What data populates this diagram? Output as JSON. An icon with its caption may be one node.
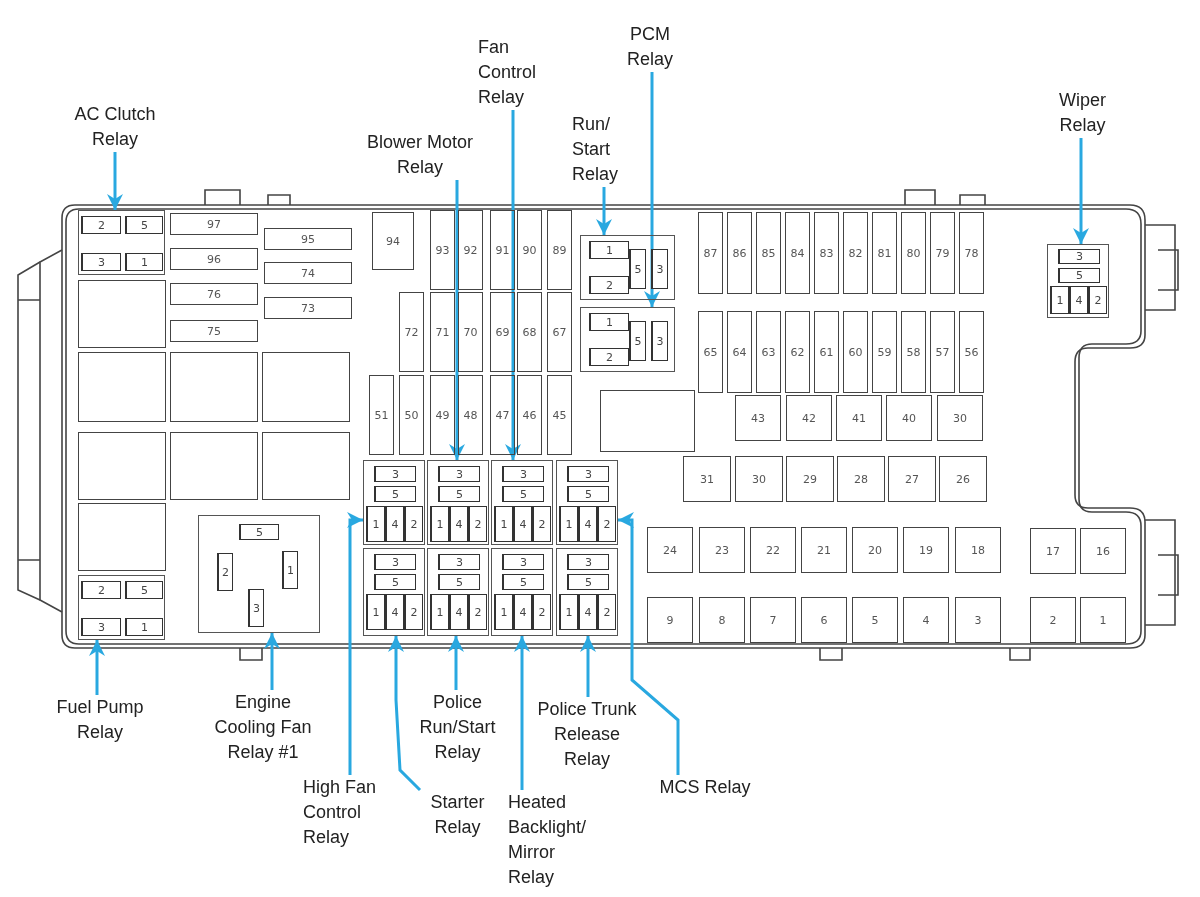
{
  "diagram": {
    "nodes": [
      {
        "text": [
          "AC Clutch Relay"
        ]
      },
      {
        "text": [
          "Blower Motor Relay"
        ]
      },
      {
        "text": [
          "Fan Control Relay"
        ]
      },
      {
        "text": [
          "PCM Relay"
        ]
      },
      {
        "text": [
          "Run/ Start Relay"
        ]
      },
      {
        "text": [
          "Wiper Relay"
        ]
      },
      {
        "text": [
          "2",
          "5",
          "3",
          "1"
        ]
      },
      {
        "text": [
          "1",
          "2",
          "5",
          "3"
        ]
      },
      {
        "text": [
          "1",
          "2",
          "5",
          "3"
        ]
      },
      {
        "text": [
          "3",
          "5",
          "1",
          "4",
          "2"
        ]
      },
      {
        "text": [
          "3",
          "5",
          "1",
          "4",
          "2"
        ]
      },
      {
        "text": [
          "3",
          "5",
          "1",
          "4",
          "2"
        ]
      },
      {
        "text": [
          "3",
          "5",
          "1",
          "4",
          "2"
        ]
      },
      {
        "text": [
          "3",
          "5",
          "1",
          "4",
          "2"
        ]
      },
      {
        "text": [
          "3",
          "5",
          "1",
          "4",
          "2"
        ]
      },
      {
        "text": [
          "3",
          "5",
          "1",
          "4",
          "2"
        ]
      },
      {
        "text": [
          "3",
          "5",
          "1",
          "4",
          "2"
        ]
      },
      {
        "text": [
          "3",
          "5",
          "1",
          "4",
          "2"
        ]
      },
      {
        "text": [
          "2",
          "5",
          "3",
          "1"
        ]
      },
      {
        "text": [
          "5",
          "2",
          "1",
          "3"
        ]
      },
      {
        "text": [
          "97"
        ]
      },
      {
        "text": [
          "96"
        ]
      },
      {
        "text": [
          "76"
        ]
      },
      {
        "text": [
          "75"
        ]
      },
      {
        "text": [
          "95"
        ]
      },
      {
        "text": [
          "74"
        ]
      },
      {
        "text": [
          "73"
        ]
      },
      {
        "text": [
          "94"
        ]
      },
      {
        "text": [
          "93"
        ]
      },
      {
        "text": [
          "92"
        ]
      },
      {
        "text": [
          "91"
        ]
      },
      {
        "text": [
          "90"
        ]
      },
      {
        "text": [
          "89"
        ]
      },
      {
        "text": [
          "72"
        ]
      },
      {
        "text": [
          "71"
        ]
      },
      {
        "text": [
          "70"
        ]
      },
      {
        "text": [
          "69"
        ]
      },
      {
        "text": [
          "68"
        ]
      },
      {
        "text": [
          "67"
        ]
      },
      {
        "text": [
          "51"
        ]
      },
      {
        "text": [
          "50"
        ]
      },
      {
        "text": [
          "49"
        ]
      },
      {
        "text": [
          "48"
        ]
      },
      {
        "text": [
          "47"
        ]
      },
      {
        "text": [
          "46"
        ]
      },
      {
        "text": [
          "45"
        ]
      },
      {
        "text": [
          "87"
        ]
      },
      {
        "text": [
          "86"
        ]
      },
      {
        "text": [
          "85"
        ]
      },
      {
        "text": [
          "84"
        ]
      },
      {
        "text": [
          "83"
        ]
      },
      {
        "text": [
          "82"
        ]
      },
      {
        "text": [
          "81"
        ]
      },
      {
        "text": [
          "80"
        ]
      },
      {
        "text": [
          "79"
        ]
      },
      {
        "text": [
          "78"
        ]
      },
      {
        "text": [
          "65"
        ]
      },
      {
        "text": [
          "64"
        ]
      },
      {
        "text": [
          "63"
        ]
      },
      {
        "text": [
          "62"
        ]
      },
      {
        "text": [
          "61"
        ]
      },
      {
        "text": [
          "60"
        ]
      },
      {
        "text": [
          "59"
        ]
      },
      {
        "text": [
          "58"
        ]
      },
      {
        "text": [
          "57"
        ]
      },
      {
        "text": [
          "56"
        ]
      },
      {
        "text": [
          "43"
        ]
      },
      {
        "text": [
          "42"
        ]
      },
      {
        "text": [
          "41"
        ]
      },
      {
        "text": [
          "40"
        ]
      },
      {
        "text": [
          "30"
        ]
      },
      {
        "text": [
          "31"
        ]
      },
      {
        "text": [
          "30"
        ]
      },
      {
        "text": [
          "29"
        ]
      },
      {
        "text": [
          "28"
        ]
      },
      {
        "text": [
          "27"
        ]
      },
      {
        "text": [
          "26"
        ]
      },
      {
        "text": [
          "24"
        ]
      },
      {
        "text": [
          "23"
        ]
      },
      {
        "text": [
          "22"
        ]
      },
      {
        "text": [
          "21"
        ]
      },
      {
        "text": [
          "20"
        ]
      },
      {
        "text": [
          "19"
        ]
      },
      {
        "text": [
          "18"
        ]
      },
      {
        "text": [
          "9"
        ]
      },
      {
        "text": [
          "8"
        ]
      },
      {
        "text": [
          "7"
        ]
      },
      {
        "text": [
          "6"
        ]
      },
      {
        "text": [
          "5"
        ]
      },
      {
        "text": [
          "4"
        ]
      },
      {
        "text": [
          "3"
        ]
      },
      {
        "text": [
          "17"
        ]
      },
      {
        "text": [
          "16"
        ]
      },
      {
        "text": [
          "2"
        ]
      },
      {
        "text": [
          "1"
        ]
      },
      {
        "text": [],
        "shape": "box"
      },
      {
        "text": [],
        "shape": "box"
      },
      {
        "text": [],
        "shape": "box"
      },
      {
        "text": [],
        "shape": "box"
      },
      {
        "text": [],
        "shape": "box"
      },
      {
        "text": [],
        "shape": "box"
      },
      {
        "text": [],
        "shape": "box"
      },
      {
        "text": [],
        "shape": "box"
      },
      {
        "text": [],
        "shape": "box"
      },
      {
        "text": [
          "Fuel Pump Relay"
        ]
      },
      {
        "text": [
          "Engine Cooling Fan Relay #1"
        ]
      },
      {
        "text": [
          "High Fan Control Relay"
        ]
      },
      {
        "text": [
          "Starter Relay"
        ]
      },
      {
        "text": [
          "Police Run/Start Relay"
        ]
      },
      {
        "text": [
          "Heated Backlight/ Mirror Relay"
        ]
      },
      {
        "text": [
          "Police Trunk Release Relay"
        ]
      },
      {
        "text": [
          "MCS Relay"
        ]
      }
    ],
    "edges": [
      {
        "from": 0,
        "to": 6,
        "arrow": "to"
      },
      {
        "from": 1,
        "to": 11,
        "arrow": "to"
      },
      {
        "from": 2,
        "to": 12,
        "arrow": "to"
      },
      {
        "from": 3,
        "to": 8,
        "arrow": "to"
      },
      {
        "from": 4,
        "to": 7,
        "arrow": "to"
      },
      {
        "from": 5,
        "to": 9,
        "arrow": "to"
      },
      {
        "from": 104,
        "to": 18,
        "arrow": "to"
      },
      {
        "from": 105,
        "to": 19,
        "arrow": "to"
      },
      {
        "from": 106,
        "to": 10,
        "arrow": "to"
      },
      {
        "from": 107,
        "to": 14,
        "arrow": "to"
      },
      {
        "from": 108,
        "to": 15,
        "arrow": "to"
      },
      {
        "from": 109,
        "to": 16,
        "arrow": "to"
      },
      {
        "from": 110,
        "to": 17,
        "arrow": "to"
      },
      {
        "from": 111,
        "to": 13,
        "arrow": "to"
      }
    ]
  }
}
